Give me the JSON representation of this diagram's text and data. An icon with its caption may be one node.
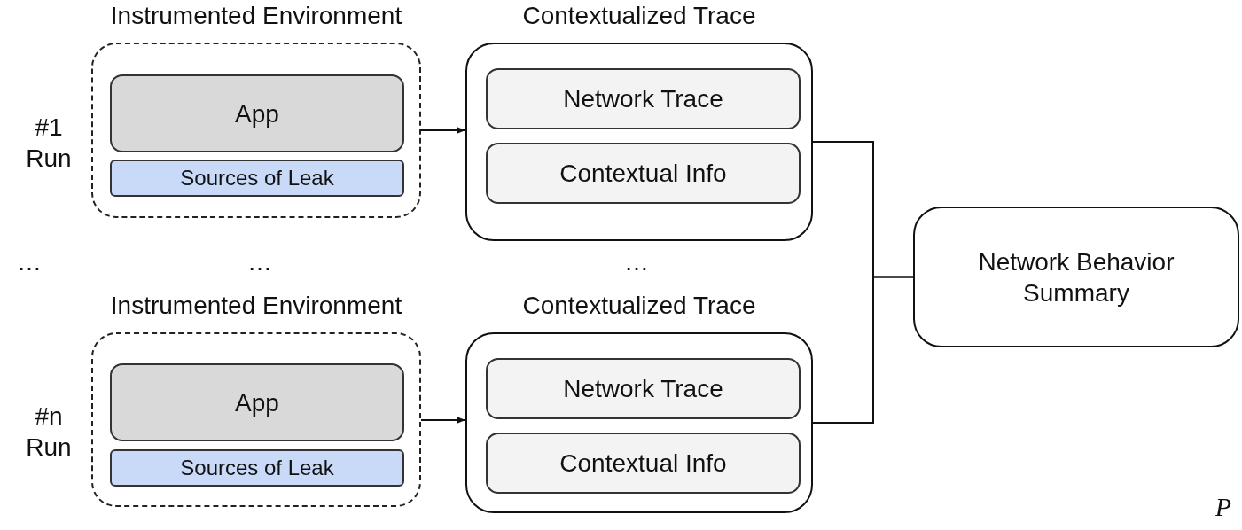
{
  "diagram": {
    "nodes": [
      {
        "text": [
          "Instrumented Environment"
        ]
      },
      {
        "text": [
          "App"
        ],
        "in": 0
      },
      {
        "text": [
          "Sources of Leak"
        ],
        "in": 0
      },
      {
        "text": [
          "Contextualized Trace"
        ]
      },
      {
        "text": [
          "Network Trace"
        ],
        "in": 3
      },
      {
        "text": [
          "Contextual Info"
        ],
        "in": 3
      },
      {
        "text": [
          "Instrumented Environment"
        ]
      },
      {
        "text": [
          "App"
        ],
        "in": 6
      },
      {
        "text": [
          "Sources of Leak"
        ],
        "in": 6
      },
      {
        "text": [
          "Contextualized Trace"
        ]
      },
      {
        "text": [
          "Network Trace"
        ],
        "in": 9
      },
      {
        "text": [
          "Contextual Info"
        ],
        "in": 9
      },
      {
        "text": [
          "Network Behavior Summary"
        ]
      }
    ],
    "edges": [
      {
        "from": 0,
        "to": 3,
        "arrow": "to"
      },
      {
        "from": 6,
        "to": 9,
        "arrow": "to"
      },
      {
        "from": 3,
        "to": 12,
        "arrow": "none"
      },
      {
        "from": 9,
        "to": 12,
        "arrow": "none"
      }
    ],
    "labels": [
      "#1 Run",
      "…",
      "…",
      "…",
      "#n Run",
      "P"
    ]
  }
}
